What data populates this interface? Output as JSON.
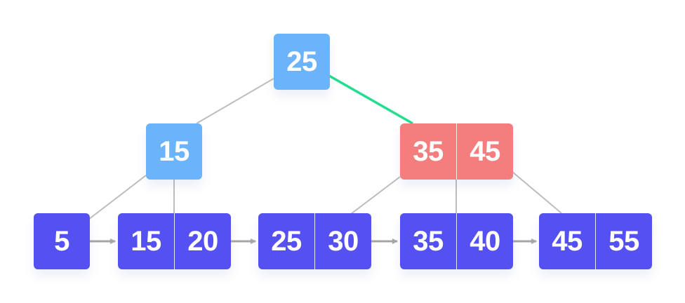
{
  "colors": {
    "internal_node": "#6bb4fb",
    "highlight_node": "#f47e7e",
    "leaf_node": "#5550f2",
    "edge": "#bdbdbd",
    "highlight_edge": "#22dd8f",
    "leaf_link": "#a6a6a6"
  },
  "tree": {
    "root": {
      "keys": [
        "25"
      ]
    },
    "level1": [
      {
        "id": "n15",
        "keys": [
          "15"
        ]
      },
      {
        "id": "n3545",
        "keys": [
          "35",
          "45"
        ],
        "highlighted": true
      }
    ],
    "leaves": [
      {
        "id": "l5",
        "keys": [
          "5"
        ]
      },
      {
        "id": "l1520",
        "keys": [
          "15",
          "20"
        ]
      },
      {
        "id": "l2530",
        "keys": [
          "25",
          "30"
        ]
      },
      {
        "id": "l3540",
        "keys": [
          "35",
          "40"
        ]
      },
      {
        "id": "l4555",
        "keys": [
          "45",
          "55"
        ]
      }
    ],
    "highlighted_path": "root to 35|45"
  }
}
